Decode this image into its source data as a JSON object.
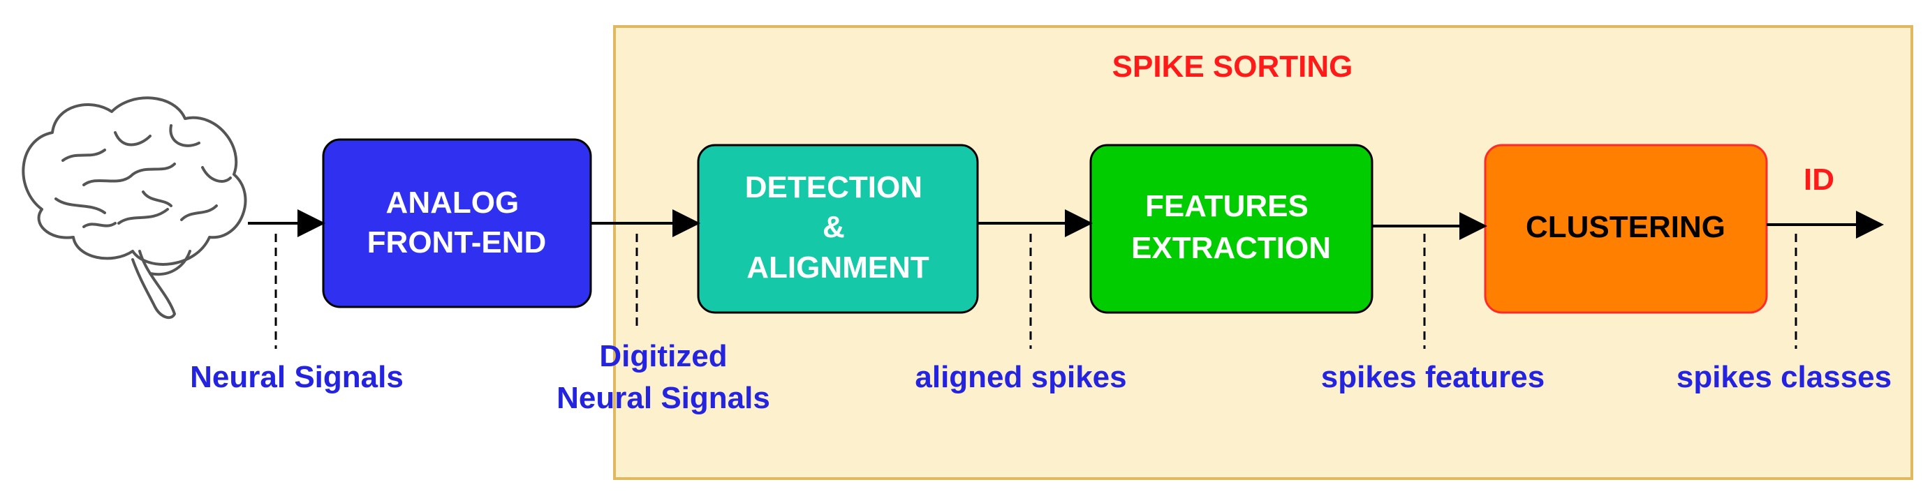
{
  "title": "SPIKE SORTING",
  "blocks": [
    {
      "id": "analog",
      "lines": [
        "ANALOG",
        "FRONT-END"
      ]
    },
    {
      "id": "detection",
      "lines": [
        "DETECTION",
        "&",
        "ALIGNMENT"
      ]
    },
    {
      "id": "features",
      "lines": [
        "FEATURES",
        "EXTRACTION"
      ]
    },
    {
      "id": "clustering",
      "lines": [
        "CLUSTERING"
      ]
    }
  ],
  "signals": {
    "neural": "Neural Signals",
    "digitized_1": "Digitized",
    "digitized_2": "Neural Signals",
    "aligned": "aligned spikes",
    "features": "spikes features",
    "classes": "spikes classes"
  },
  "output_label": "ID",
  "colors": {
    "analog": "#3030f0",
    "detection": "#14c8a8",
    "features": "#00cc00",
    "clustering": "#ff8000",
    "region_fill": "#fdf0cc",
    "region_stroke": "#e0b860",
    "signal_text": "#2323e0",
    "accent_red": "#ff1a1a"
  },
  "icons": [
    "brain-icon"
  ]
}
